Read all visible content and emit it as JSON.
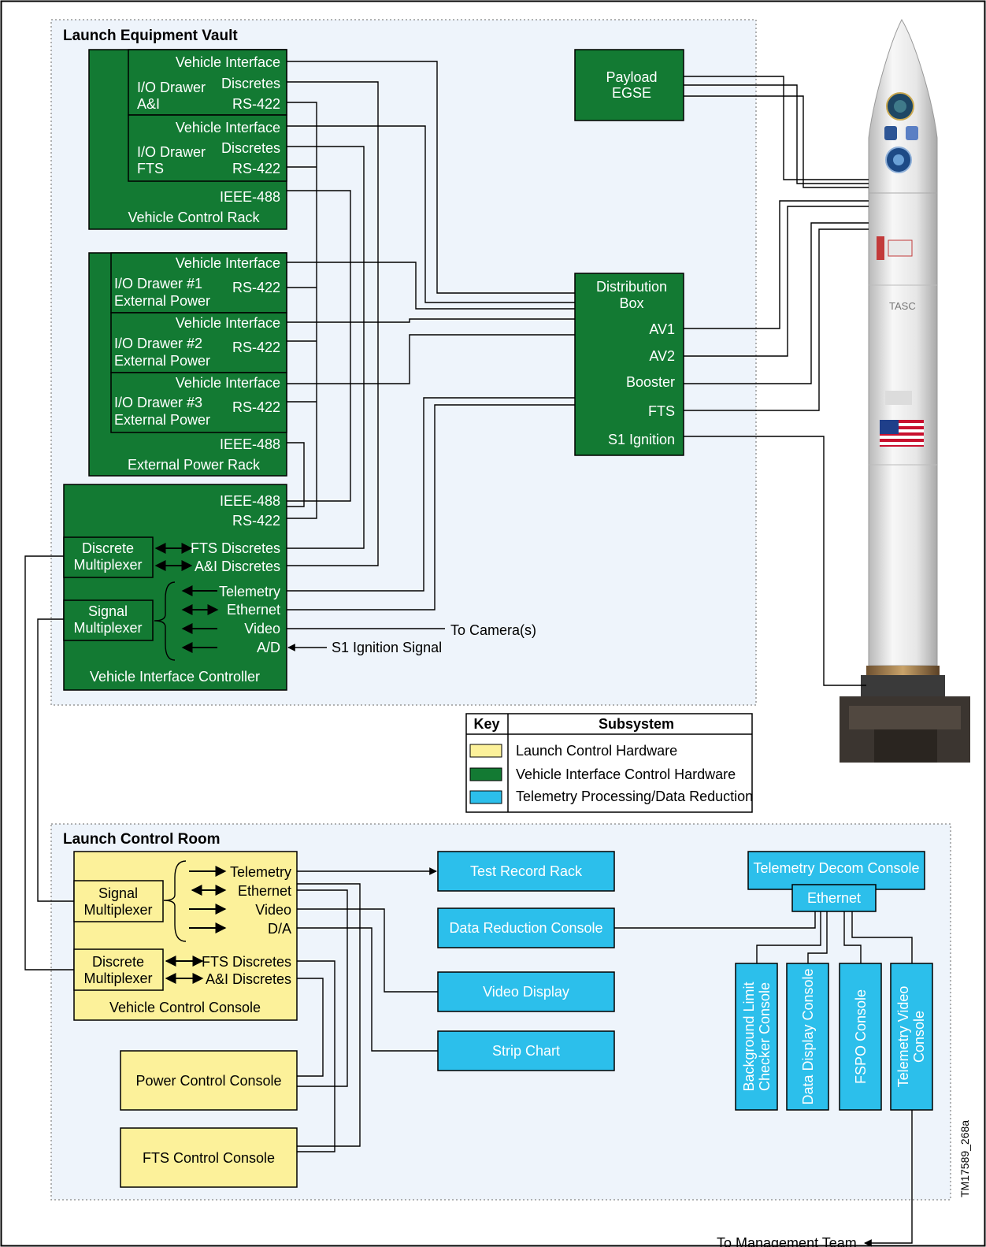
{
  "colors": {
    "green": "#137a33",
    "yellow": "#fcf19a",
    "cyan": "#2cbfeb",
    "zone": "#eef4fb"
  },
  "vault": {
    "title": "Launch Equipment Vault",
    "vcr": {
      "io_ai": {
        "vi": "Vehicle Interface",
        "disc": "Discretes",
        "rs": "RS-422",
        "name1": "I/O Drawer",
        "name2": "A&I"
      },
      "io_fts": {
        "vi": "Vehicle Interface",
        "disc": "Discretes",
        "rs": "RS-422",
        "name1": "I/O Drawer",
        "name2": "FTS"
      },
      "ieee": "IEEE-488",
      "name": "Vehicle Control Rack"
    },
    "epr": {
      "d1": {
        "vi": "Vehicle Interface",
        "rs": "RS-422",
        "name1": "I/O Drawer #1",
        "name2": "External Power"
      },
      "d2": {
        "vi": "Vehicle Interface",
        "rs": "RS-422",
        "name1": "I/O Drawer #2",
        "name2": "External Power"
      },
      "d3": {
        "vi": "Vehicle Interface",
        "rs": "RS-422",
        "name1": "I/O Drawer #3",
        "name2": "External Power"
      },
      "ieee": "IEEE-488",
      "name": "External Power Rack"
    },
    "vic": {
      "ieee": "IEEE-488",
      "rs": "RS-422",
      "dm1": "Discrete",
      "dm2": "Multiplexer",
      "sm1": "Signal",
      "sm2": "Multiplexer",
      "fts": "FTS Discretes",
      "ai": "A&I Discretes",
      "tel": "Telemetry",
      "eth": "Ethernet",
      "vid": "Video",
      "ad": "A/D",
      "name": "Vehicle Interface Controller"
    },
    "payload": {
      "l1": "Payload",
      "l2": "EGSE"
    },
    "dist": {
      "l1": "Distribution",
      "l2": "Box",
      "av1": "AV1",
      "av2": "AV2",
      "booster": "Booster",
      "fts": "FTS",
      "s1": "S1 Ignition"
    },
    "to_camera": "To Camera(s)",
    "s1_signal": "S1 Ignition Signal"
  },
  "key": {
    "h1": "Key",
    "h2": "Subsystem",
    "items": [
      {
        "label": "Launch Control Hardware",
        "color": "#fcf19a"
      },
      {
        "label": "Vehicle Interface Control Hardware",
        "color": "#137a33"
      },
      {
        "label": "Telemetry Processing/Data Reduction",
        "color": "#2cbfeb"
      }
    ]
  },
  "room": {
    "title": "Launch Control Room",
    "vcc": {
      "sm1": "Signal",
      "sm2": "Multiplexer",
      "dm1": "Discrete",
      "dm2": "Multiplexer",
      "tel": "Telemetry",
      "eth": "Ethernet",
      "vid": "Video",
      "da": "D/A",
      "fts": "FTS Discretes",
      "ai": "A&I Discretes",
      "name": "Vehicle Control Console"
    },
    "pcc": "Power Control Console",
    "ftscc": "FTS Control Console",
    "trr": "Test Record Rack",
    "drc": "Data Reduction Console",
    "vd": "Video Display",
    "sc": "Strip Chart",
    "tdc": "Telemetry Decom Console",
    "eth": "Ethernet",
    "consoles": {
      "blc1": "Background Limit",
      "blc2": "Checker Console",
      "ddc": "Data Display Console",
      "fspo": "FSPO Console",
      "tvc1": "Telemetry Video",
      "tvc2": "Console"
    },
    "mgmt": "To Management Team"
  },
  "figure_id": "TM17589_268a",
  "rocket_labels": {
    "tasc": "TASC"
  }
}
